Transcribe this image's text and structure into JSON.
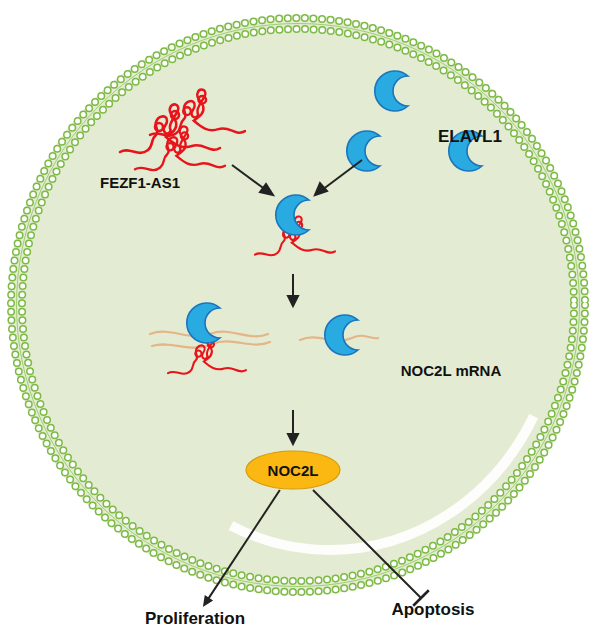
{
  "diagram": {
    "nodes": [
      {
        "text": [
          "NOC2L"
        ]
      },
      {
        "text": [
          "Proliferation"
        ]
      },
      {
        "text": [
          "Apoptosis"
        ]
      }
    ],
    "edges": [
      {
        "from": 0,
        "to": 1,
        "arrow": "to"
      },
      {
        "from": 0,
        "to": 2,
        "arrow": "to"
      }
    ],
    "labels": [
      "FEZF1-AS1",
      "ELAVL1",
      "NOC2L mRNA"
    ]
  }
}
